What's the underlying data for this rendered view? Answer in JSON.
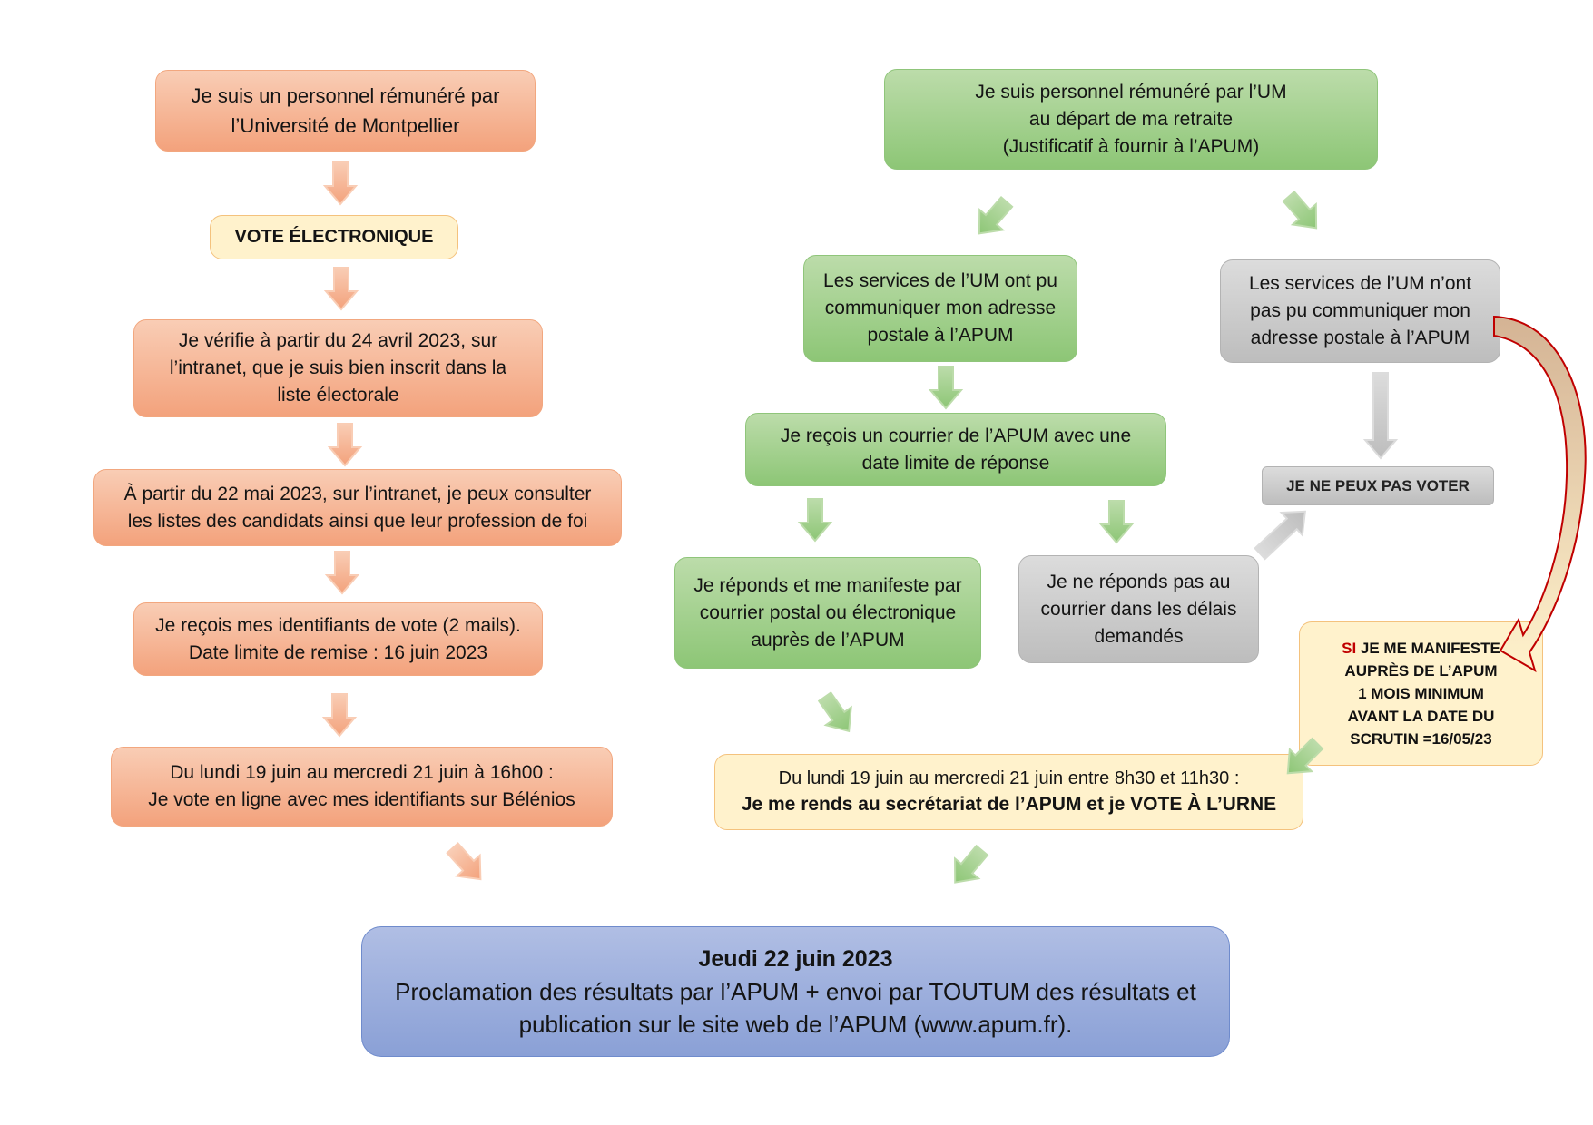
{
  "left_path": {
    "start": "Je suis un personnel rémunéré par\nl’Université de Montpellier",
    "mode": "VOTE ÉLECTRONIQUE",
    "check_list": "Je vérifie à partir du 24 avril 2023, sur\nl’intranet, que je suis bien inscrit dans la\nliste électorale",
    "candidates": "À partir du 22 mai 2023, sur l’intranet, je peux consulter\nles listes des candidats ainsi que leur profession de foi",
    "credentials": "Je reçois mes identifiants de vote (2 mails).\nDate limite de remise : 16 juin 2023",
    "online_vote": "Du lundi 19 juin au mercredi 21 juin à 16h00 :\nJe vote en ligne avec mes identifiants sur Bélénios"
  },
  "right_path": {
    "start": "Je suis personnel rémunéré par l’UM\nau départ de ma retraite\n(Justificatif à fournir à l’APUM)",
    "address_known": "Les services de l’UM ont pu\ncommuniquer mon adresse\npostale à l’APUM",
    "address_unknown": "Les services de l’UM n’ont\npas pu communiquer mon\nadresse postale à l’APUM",
    "letter": "Je reçois un courrier de l’APUM avec une\ndate limite de réponse",
    "cannot_vote": "JE NE PEUX PAS VOTER",
    "reply": "Je réponds et me manifeste par\ncourrier postal ou électronique\nauprès de l’APUM",
    "no_reply": "Je ne réponds pas au\ncourrier dans les délais\ndemandés",
    "condition": {
      "prefix": "SI",
      "text": " JE ME MANIFESTE\nAUPRÈS DE L’APUM\n1 MOIS MINIMUM\nAVANT LA DATE DU\nSCRUTIN =16/05/23"
    },
    "ballot_box": {
      "dates": "Du lundi 19 juin au mercredi 21 juin entre 8h30 et 11h30 :",
      "action": "Je me rends au secrétariat de l’APUM et je VOTE À L’URNE"
    }
  },
  "results": {
    "date": "Jeudi 22 juin 2023",
    "text": "Proclamation des résultats par l’APUM + envoi par TOUTUM des résultats et\npublication sur le site web de l’APUM (www.apum.fr)."
  },
  "colors": {
    "orange_light": "#f9cdb5",
    "orange_dark": "#f3a27c",
    "orange_border": "#f2a77f",
    "green_light": "#bcdcaa",
    "green_dark": "#8dc676",
    "green_border": "#8fc57a",
    "gray_light": "#dcdcdc",
    "gray_dark": "#bdbdbd",
    "gray_border": "#b3b3b3",
    "yellow_fill": "#fff2cc",
    "yellow_border": "#f4c27d",
    "blue_light": "#b0bee4",
    "blue_dark": "#8aa0d6",
    "blue_border": "#6f8bcc",
    "accent_red": "#c00000",
    "curved_arrow_light": "#d4b394"
  }
}
